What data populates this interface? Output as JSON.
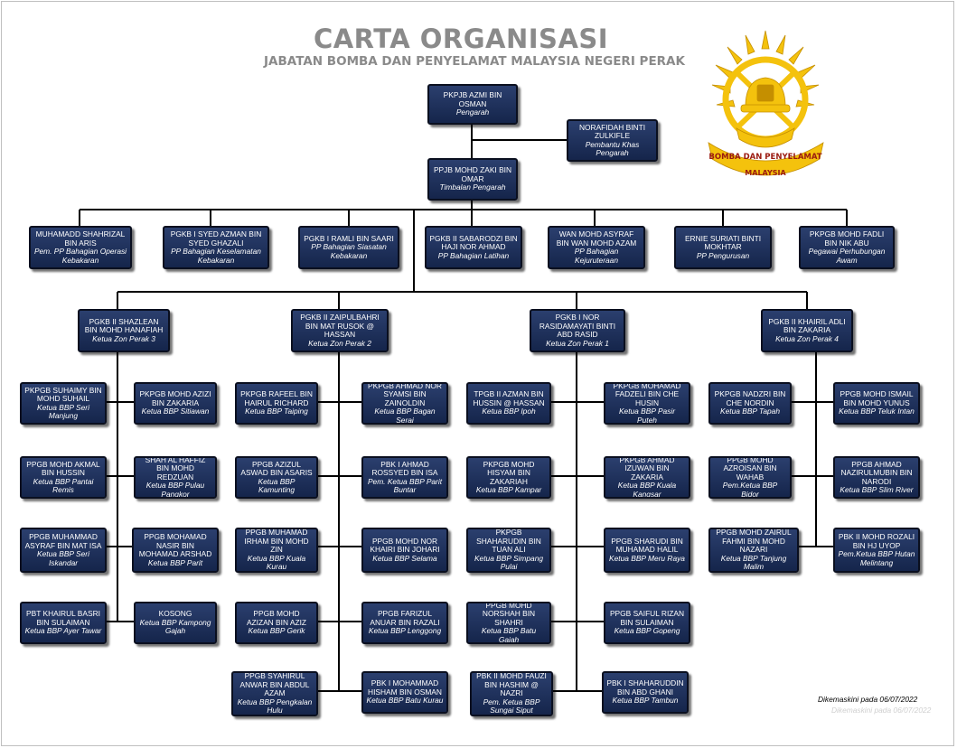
{
  "header": {
    "title": "CARTA ORGANISASI",
    "subtitle": "JABATAN BOMBA DAN PENYELAMAT MALAYSIA NEGERI PERAK"
  },
  "logo": {
    "text_top": "BOMBA DAN PENYELAMAT",
    "text_bottom": "MALAYSIA"
  },
  "colors": {
    "box_fill": "#1c2d57",
    "box_border": "#0a0f1f",
    "connector": "#000000",
    "logo_gold": "#f4c20d",
    "heading_grey": "#8a8a8a"
  },
  "director": {
    "name": "PKPjB AZMI BIN OSMAN",
    "role": "Pengarah"
  },
  "assistant": {
    "name": "NORAFIDAH BINTI ZULKIFLE",
    "role": "Pembantu Khas Pengarah"
  },
  "deputy": {
    "name": "PPjB MOHD ZAKI BIN OMAR",
    "role": "Timbalan Pengarah"
  },
  "divisions": [
    {
      "name": "MUHAMADD SHAHRIZAL BIN ARIS",
      "role": "Pem. PP Bahagian Operasi Kebakaran"
    },
    {
      "name": "PgKB I SYED AZMAN BIN SYED GHAZALI",
      "role": "PP Bahagian Keselamatan Kebakaran"
    },
    {
      "name": "PgKB I RAMLI BIN SAARI",
      "role": "PP Bahagian Siasatan Kebakaran"
    },
    {
      "name": "PgKB II SABARODZI BIN HAJI NOR AHMAD",
      "role": "PP Bahagian Latihan"
    },
    {
      "name": "WAN MOHD ASYRAF BIN WAN MOHD AZAM",
      "role": "PP Bahagian Kejuruteraan"
    },
    {
      "name": "ERNIE SURIATI BINTI MOKHTAR",
      "role": "PP Pengurusan"
    },
    {
      "name": "PKPgB MOHD FADLI BIN NIK ABU",
      "role": "Pegawai Perhubungan Awam"
    }
  ],
  "zones": [
    {
      "head": {
        "name": "PgKB II SHAZLEAN BIN MOHD HANAFIAH",
        "role": "Ketua Zon Perak 3"
      },
      "left": [
        {
          "name": "PKPgB SUHAIMY BIN MOHD SUHAIL",
          "role": "Ketua BBP Seri Manjung"
        },
        {
          "name": "PPgB MOHD AKMAL BIN HUSSIN",
          "role": "Ketua BBP Pantai Remis"
        },
        {
          "name": "PPgB MUHAMMAD ASYRAF BIN MAT ISA",
          "role": "Ketua BBP Seri Iskandar"
        },
        {
          "name": "PBT KHAIRUL BASRI BIN SULAIMAN",
          "role": "Ketua BBP Ayer Tawar"
        }
      ],
      "right": [
        {
          "name": "PKPgB MOHD AZIZI BIN ZAKARIA",
          "role": "Ketua BBP Sitiawan"
        },
        {
          "name": "SHAH AL HAFFIZ BIN MOHD REDZUAN",
          "role": "Ketua BBP Pulau Pangkor"
        },
        {
          "name": "PPgB MOHAMAD NASIR BIN MOHAMAD ARSHAD",
          "role": "Ketua BBP Parit"
        },
        {
          "name": "KOSONG",
          "role": "Ketua BBP Kampong Gajah"
        }
      ]
    },
    {
      "head": {
        "name": "PgKB II ZAIPULBAHRI BIN MAT RUSOK @ HASSAN",
        "role": "Ketua Zon Perak 2"
      },
      "left": [
        {
          "name": "PKPgB RAFEEL BIN HAIRUL RICHARD",
          "role": "Ketua BBP Taiping"
        },
        {
          "name": "PPgB AZIZUL ASWAD BIN ASARIS",
          "role": "Ketua BBP Kamunting"
        },
        {
          "name": "PPgB MUHAMAD IRHAM BIN MOHD ZIN",
          "role": "Ketua BBP Kuala Kurau"
        },
        {
          "name": "PPgB MOHD AZIZAN BIN AZIZ",
          "role": "Ketua BBP Gerik"
        },
        {
          "name": "PPgB SYAHIRUL ANWAR BIN ABDUL AZAM",
          "role": "Ketua BBP Pengkalan Hulu"
        }
      ],
      "right": [
        {
          "name": "PKPgB AHMAD NOR SYAMSI BIN ZAINOLDIN",
          "role": "Ketua BBP Bagan Serai"
        },
        {
          "name": "PBK I AHMAD ROSSYED BIN ISA",
          "role": "Pem. Ketua BBP Parit Buntar"
        },
        {
          "name": "PPgB MOHD NOR KHAIRI BIN JOHARI",
          "role": "Ketua BBP Selama"
        },
        {
          "name": "PPgB FARIZUL ANUAR BIN RAZALI",
          "role": "Ketua BBP Lenggong"
        },
        {
          "name": "PBK I MOHAMMAD HISHAM BIN OSMAN",
          "role": "Ketua BBP Batu Kurau"
        }
      ]
    },
    {
      "head": {
        "name": "PgKB I NOR RASIDAMAYATI BINTI ABD RASID",
        "role": "Ketua Zon Perak 1"
      },
      "left": [
        {
          "name": "TPgB II AZMAN BIN HUSSIN @ HASSAN",
          "role": "Ketua BBP Ipoh"
        },
        {
          "name": "PKPgB MOHD HISYAM BIN ZAKARIAH",
          "role": "Ketua BBP Kampar"
        },
        {
          "name": "PKPgB SHAHARUDIN BIN TUAN ALI",
          "role": "Ketua BBP Simpang Pulai"
        },
        {
          "name": "PPgB MOHD NORSHAH BIN SHAHRI",
          "role": "Ketua BBP Batu Gajah"
        },
        {
          "name": "PBK II MOHD FAUZI BIN HASHIM @ NAZRI",
          "role": "Pem. Ketua BBP Sungai Siput"
        }
      ],
      "right": [
        {
          "name": "PKPgB MOHAMAD FADZELI BIN CHE HUSIN",
          "role": "Ketua BBP Pasir Puteh"
        },
        {
          "name": "PKPgB AHMAD IZUWAN BIN ZAKARIA",
          "role": "Ketua BBP Kuala Kangsar"
        },
        {
          "name": "PPgB SHARUDI BIN MUHAMAD HALIL",
          "role": "Ketua BBP Meru Raya"
        },
        {
          "name": "PPgB SAIFUL RIZAN BIN SULAIMAN",
          "role": "Ketua BBP Gopeng"
        },
        {
          "name": "PBK I SHAHARUDDIN BIN ABD GHANI",
          "role": "Ketua BBP Tambun"
        }
      ]
    },
    {
      "head": {
        "name": "PgKB II KHAIRIL ADLI BIN ZAKARIA",
        "role": "Ketua Zon Perak 4"
      },
      "left": [
        {
          "name": "PKPgB NADZRI BIN CHE NORDIN",
          "role": "Ketua BBP Tapah"
        },
        {
          "name": "PPgB MOHD AZROISAN BIN WAHAB",
          "role": "Pem.Ketua BBP Bidor"
        },
        {
          "name": "PPgB MOHD ZAIRUL FAHMI BIN MOHD NAZARI",
          "role": "Ketua BBP Tanjung Malim"
        }
      ],
      "right": [
        {
          "name": "PPgB MOHD ISMAIL BIN MOHD YUNUS",
          "role": "Ketua BBP Teluk Intan"
        },
        {
          "name": "PPgB AHMAD NAZIRULMUBIN BIN NARODI",
          "role": "Ketua BBP Slim River"
        },
        {
          "name": "PBK II MOHD ROZALI BIN HJ UYOP",
          "role": "Pem.Ketua BBP Hutan Melintang"
        }
      ]
    }
  ],
  "footer": {
    "updated": "Dikemaskini pada 06/07/2022",
    "updated_faded": "Dikemaskini pada 06/07/2022"
  }
}
